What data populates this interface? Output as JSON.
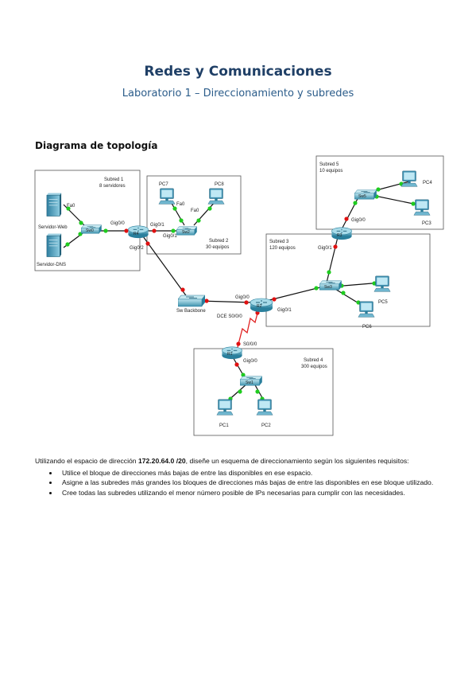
{
  "header": {
    "title": "Redes y Comunicaciones",
    "subtitle": "Laboratorio 1 – Direccionamiento y subredes"
  },
  "section_title": "Diagrama de topología",
  "diagram": {
    "areas": {
      "subred1": {
        "title": "Subred 1",
        "subtitle": "8 servidores"
      },
      "subred2": {
        "title": "Subred 2",
        "subtitle": "30 equipos"
      },
      "subred3": {
        "title": "Subred 3",
        "subtitle": "120 equipos"
      },
      "subred4": {
        "title": "Subred 4",
        "subtitle": "300 equipos"
      },
      "subred5": {
        "title": "Subred 5",
        "subtitle": "10 equipos"
      }
    },
    "devices": {
      "servidor_web": "Servidor-Web",
      "servidor_dns": "Servidor-DNS",
      "sw0": "Sw0",
      "r4": "R4",
      "sw2": "Sw2",
      "sw_backbone": "Sw Backbone",
      "r2": "R2",
      "r3": "R3",
      "sw3": "Sw3",
      "sw5": "Sw5",
      "r1": "R1",
      "sw1": "Sw1",
      "pc1": "PC1",
      "pc2": "PC2",
      "pc3": "PC3",
      "pc4": "PC4",
      "pc5": "PC5",
      "pc6": "PC6",
      "pc7": "PC7",
      "pc8": "PC8"
    },
    "interfaces": {
      "fa0": "Fa0",
      "g0_0_r4_sw0": "Gig0/0",
      "g0_1_r4": "Gig0/1",
      "g0_1_sw2": "Gig0/1",
      "fa0_pc7": "Fa0",
      "fa0_pc8": "Fa0",
      "g0_2_r4": "Gig0/2",
      "g0_0_r2": "Gig0/0",
      "dce_r2": "DCE S0/0/0",
      "g0_1_r2": "Gig0/1",
      "s0_0_0_r1": "S0/0/0",
      "g0_0_r1": "Gig0/0",
      "g0_0_r3": "Gig0/0",
      "g0_1_r3": "Gig0/1"
    }
  },
  "requirements": {
    "intro_before": "Utilizando el espacio de dirección ",
    "address": "172.20.64.0 /20",
    "intro_after": ", diseñe un esquema de direccionamiento según los siguientes requisitos:",
    "items": [
      "Utilice el bloque de direcciones más bajas de entre las disponibles en ese espacio.",
      "Asigne a las subredes más grandes los bloques de direcciones más bajas de entre las disponibles en ese bloque utilizado.",
      "Cree todas las subredes utilizando el menor número posible de IPs necesarias para cumplir con las necesidades."
    ]
  },
  "colors": {
    "title": "#1f3f66",
    "subtitle": "#2b5c8a",
    "link_red": "#e01010",
    "link_green": "#1fcc1f",
    "serial_red": "#e02020",
    "device_teal": "#2f9fb8"
  }
}
